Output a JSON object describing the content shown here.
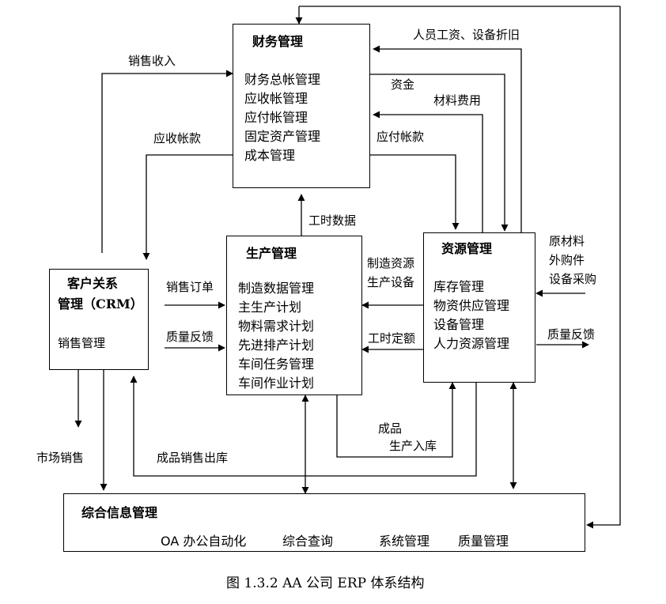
{
  "finance": {
    "title": "财务管理",
    "items": [
      "财务总帐管理",
      "应收帐管理",
      "应付帐管理",
      "固定资产管理",
      "成本管理"
    ]
  },
  "production": {
    "title": "生产管理",
    "items": [
      "制造数据管理",
      "主生产计划",
      "物料需求计划",
      "先进排产计划",
      "车间任务管理",
      "车间作业计划"
    ]
  },
  "resource": {
    "title": "资源管理",
    "items": [
      "库存管理",
      "物资供应管理",
      "设备管理",
      "人力资源管理"
    ]
  },
  "crm": {
    "title_line1": "客户关系",
    "title_line2": "管理（CRM）",
    "item": "销售管理"
  },
  "info": {
    "title": "综合信息管理",
    "items": [
      "OA  办公自动化",
      "综合查询",
      "系统管理",
      "质量管理"
    ]
  },
  "labels": {
    "salary_depreciation": "人员工资、设备折旧",
    "sales_income": "销售收入",
    "funds": "资金",
    "material_cost": "材料费用",
    "receivable": "应收帐款",
    "payable": "应付帐款",
    "work_hour_data": "工时数据",
    "mfg_resource": "制造资源",
    "production_equipment": "生产设备",
    "raw_material": "原材料",
    "outsourced_parts": "外购件",
    "equipment_purchase": "设备采购",
    "sales_order": "销售订单",
    "quality_feedback_crm": "质量反馈",
    "quality_feedback_out": "质量反馈",
    "work_hour_quota": "工时定额",
    "finished_goods": "成品",
    "production_warehousing": "生产入库",
    "market_sales": "市场销售",
    "finished_goods_outbound": "成品销售出库"
  },
  "caption": "图 1.3.2 AA 公司  ERP  体系结构"
}
